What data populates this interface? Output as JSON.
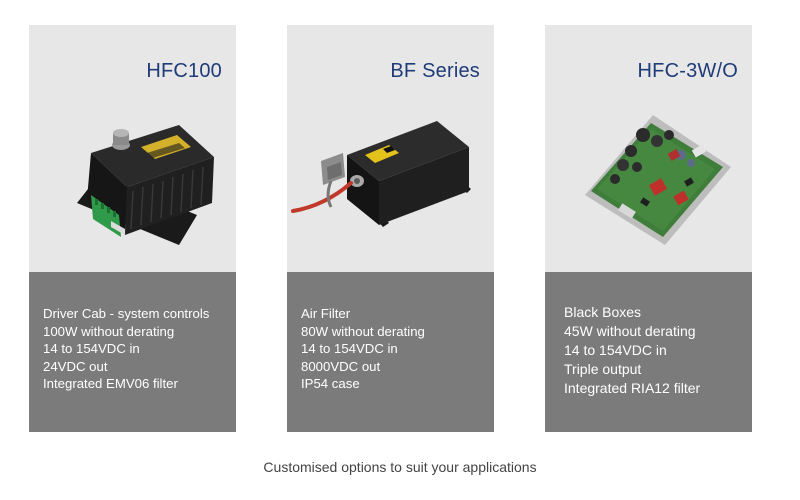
{
  "cards": [
    {
      "title": "HFC100",
      "image": "hfc100-driver-unit",
      "lines": [
        "Driver Cab - system controls",
        "100W without derating",
        "14 to 154VDC in",
        "24VDC out",
        "Integrated EMV06 filter"
      ]
    },
    {
      "title": "BF Series",
      "image": "bf-series-filter-box",
      "lines": [
        "Air Filter",
        "80W without derating",
        "14 to 154VDC in",
        "8000VDC out",
        "IP54 case"
      ]
    },
    {
      "title": "HFC-3W/O",
      "image": "hfc-3wo-circuit-board",
      "lines": [
        "Black Boxes",
        "45W without derating",
        "14 to 154VDC in",
        "Triple output",
        "Integrated RIA12 filter"
      ]
    }
  ],
  "caption": "Customised options to suit your applications",
  "colors": {
    "title": "#1f3b78",
    "panel_top": "#e7e7e7",
    "panel_bottom": "#7b7b7b",
    "caption": "#444444"
  }
}
